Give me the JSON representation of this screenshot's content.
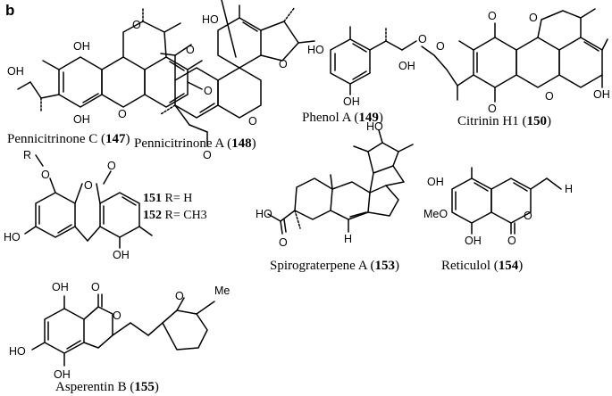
{
  "panel_label": "b",
  "compounds": [
    {
      "name": "Pennicitrinone C",
      "number": "147"
    },
    {
      "name": "Pennicitrinone A",
      "number": "148"
    },
    {
      "name": "Phenol A",
      "number": "149"
    },
    {
      "name": "Citrinin H1",
      "number": "150"
    },
    {
      "name": "Spirograterpene A",
      "number": "153"
    },
    {
      "name": "Reticulol",
      "number": "154"
    },
    {
      "name": "Asperentin B",
      "number": "155"
    }
  ],
  "r_group_labels": [
    {
      "number": "151",
      "text": " R= H"
    },
    {
      "number": "152",
      "text": " R= CH3"
    }
  ],
  "atoms": {
    "OH": "OH",
    "O": "O",
    "HO": "HO",
    "R": "R",
    "MeO": "MeO",
    "H": "H",
    "Me": "Me"
  }
}
